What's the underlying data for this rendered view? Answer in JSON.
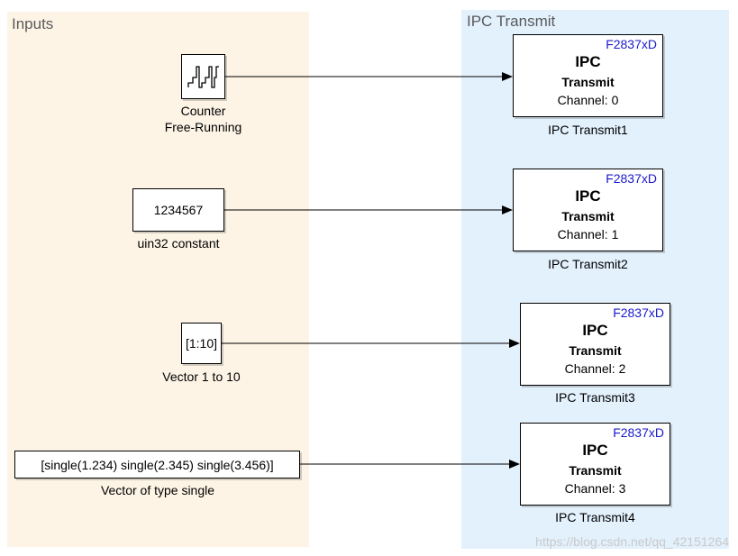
{
  "areas": {
    "inputs": {
      "title": "Inputs",
      "color": "#fdf4e6"
    },
    "ipc": {
      "title": "IPC Transmit",
      "color": "#e3f1fd"
    }
  },
  "inputs": [
    {
      "caption_line1": "Counter",
      "caption_line2": "Free-Running",
      "icon": "staircase-counter-icon"
    },
    {
      "value": "1234567",
      "caption": "uin32 constant"
    },
    {
      "value": "[1:10]",
      "caption": "Vector 1 to 10"
    },
    {
      "value": "[single(1.234) single(2.345) single(3.456)]",
      "caption": "Vector of type single"
    }
  ],
  "ipc_blocks": [
    {
      "target": "F2837xD",
      "title": "IPC",
      "subtitle": "Transmit",
      "channel": "Channel: 0",
      "caption": "IPC Transmit1"
    },
    {
      "target": "F2837xD",
      "title": "IPC",
      "subtitle": "Transmit",
      "channel": "Channel: 1",
      "caption": "IPC Transmit2"
    },
    {
      "target": "F2837xD",
      "title": "IPC",
      "subtitle": "Transmit",
      "channel": "Channel: 2",
      "caption": "IPC Transmit3"
    },
    {
      "target": "F2837xD",
      "title": "IPC",
      "subtitle": "Transmit",
      "channel": "Channel: 3",
      "caption": "IPC Transmit4"
    }
  ],
  "colors": {
    "target_text": "#1a1acc",
    "line": "#000000"
  },
  "watermark": "https://blog.csdn.net/qq_42151264"
}
